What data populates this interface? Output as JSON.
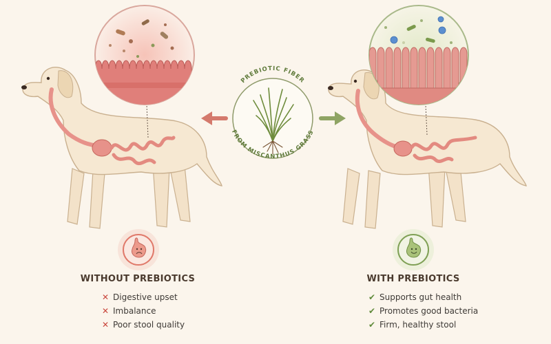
{
  "center": {
    "arc_top": "PREBIOTIC FIBER",
    "arc_bottom": "FROM MISCANTHUS GRASS"
  },
  "left_panel": {
    "title": "WITHOUT PREBIOTICS",
    "items": [
      "Digestive upset",
      "Imbalance",
      "Poor stool quality"
    ],
    "item_marker": "x-mark-icon",
    "accent": "#e0796a",
    "icon": "sad-stomach-icon"
  },
  "right_panel": {
    "title": "WITH PREBIOTICS",
    "items": [
      "Supports gut health",
      "Promotes good bacteria",
      "Firm, healthy stool"
    ],
    "item_marker": "check-mark-icon",
    "accent": "#7fa055",
    "icon": "happy-stomach-icon"
  },
  "colors": {
    "background": "#fbf5ec",
    "dog_fur": "#f5e6cf",
    "gut": "#e7928a",
    "arrow_left": "#d4796c",
    "arrow_right": "#8fa464",
    "grass": "#6e8c3c"
  }
}
